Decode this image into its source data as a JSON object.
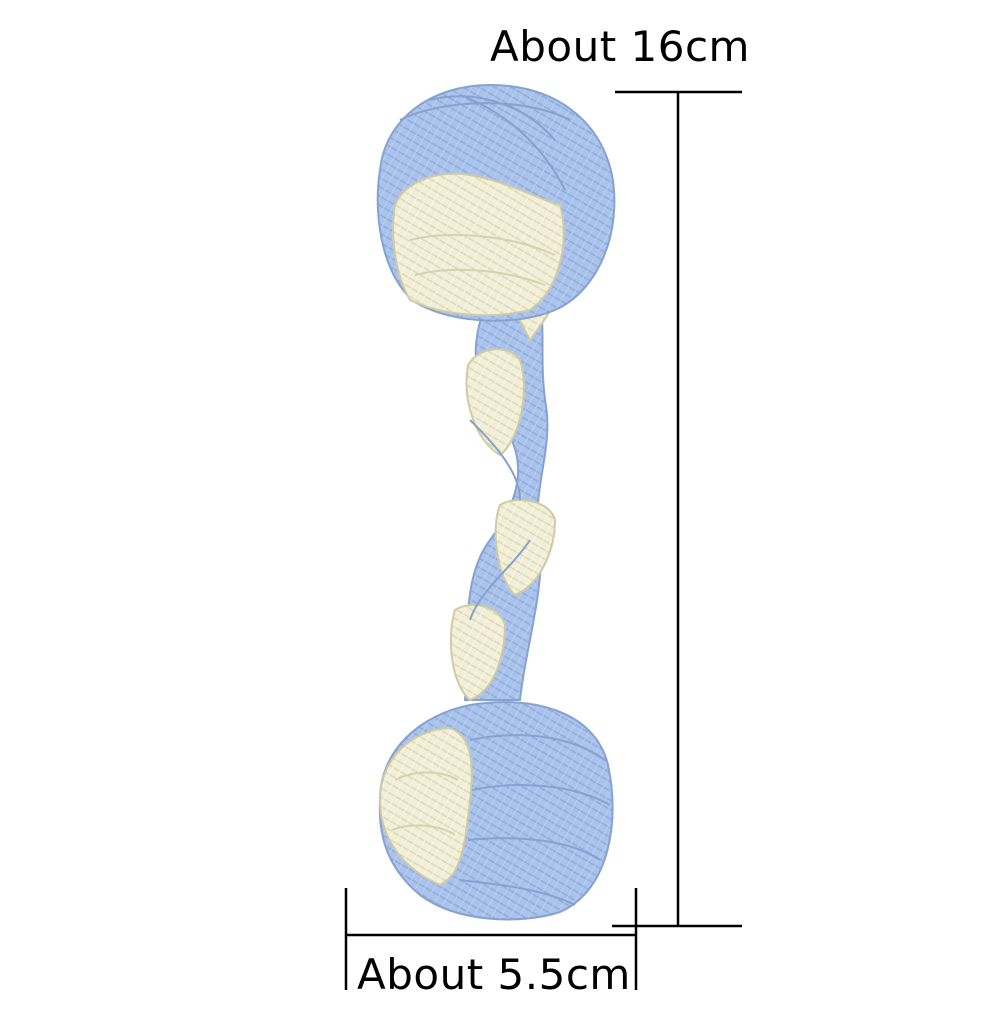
{
  "product": {
    "name": "rope dumbbell dog toy",
    "colors": {
      "primary_rope": "#a9c3ec",
      "secondary_rope": "#f1efd8"
    }
  },
  "dimensions": {
    "height_label": "About 16cm",
    "width_label": "About 5.5cm"
  }
}
